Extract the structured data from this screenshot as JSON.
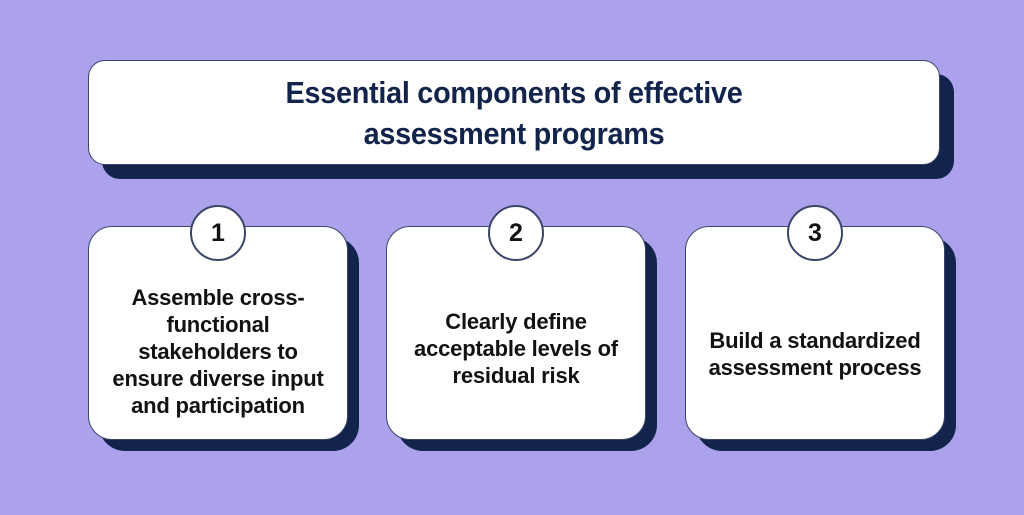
{
  "theme": {
    "background_color": "#aca2ec",
    "navy_color": "#12244c",
    "card_surface_color": "#ffffff",
    "body_text_color": "#121212"
  },
  "header": {
    "title_line_1": "Essential components of effective",
    "title_line_2": "assessment programs",
    "title_full": "Essential components of effective assessment programs"
  },
  "steps": [
    {
      "number": "1",
      "text": "Assemble cross-functional stakeholders to ensure diverse input and participation"
    },
    {
      "number": "2",
      "text": "Clearly define acceptable levels of residual risk"
    },
    {
      "number": "3",
      "text": "Build a standardized assessment process"
    }
  ]
}
